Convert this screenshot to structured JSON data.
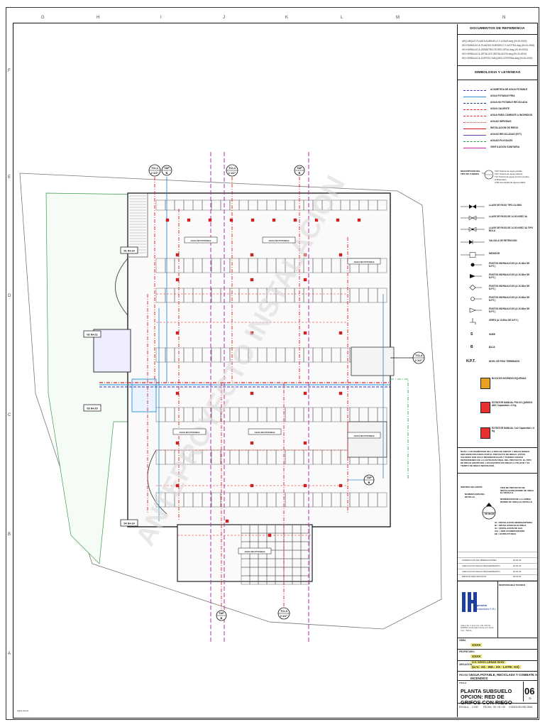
{
  "grid": {
    "columns": [
      "G",
      "H",
      "I",
      "J",
      "K",
      "L",
      "M",
      "N"
    ],
    "rows": [
      "F",
      "E",
      "D",
      "C",
      "B",
      "A"
    ]
  },
  "title_block": {
    "ref_docs_heading": "DOCUMENTOS DE REFERENCIA",
    "ref_docs": [
      "ARQ   ARQUIT-PLANTA SUBSUELO-Y-LOSAS.dwg          (00-00-0000)",
      "HID   HIDRAULICA-PLANTAS-SUBSUELO-Y-AZOTEA.dwg   (00-00-0000)",
      "HID   HIDRAULICA-ISOMETRICOS-RED-GRAL.dwg         (00-00-0000)",
      "HID   HIDRAULICA-DETALLES-INSTALACION.dwg          (00-00-0000)",
      "HID   HIDRAULICA-CORTES-TANQUES-CISTERNA.dwg       (00-00-0000)"
    ],
    "legend_heading": "SIMBOLOGIA Y LEYENDAS",
    "line_legend": [
      {
        "label": "ACOMETIDA DE AGUA POTABLE",
        "color": "#3b2fb8",
        "style": "dashdot"
      },
      {
        "label": "AGUA POTABLE FRIA",
        "color": "#2c8fd8",
        "style": "solid"
      },
      {
        "label": "AGUA NO POTABLE RECICLADA",
        "color": "#1c2c8c",
        "style": "dashed"
      },
      {
        "label": "AGUA CALIENTE",
        "color": "#e02020",
        "style": "dashed"
      },
      {
        "label": "AGUA PARA COMBATE A INCENDIOS",
        "color": "#e02020",
        "style": "dashdot"
      },
      {
        "label": "AGUAS SERVIDAS",
        "color": "#d44040",
        "style": "dotted"
      },
      {
        "label": "INSTALACION DE RIEGO",
        "color": "#d81818",
        "style": "solid"
      },
      {
        "label": "AGUAS RECICLADAS (EYT)",
        "color": "#6a3aa8",
        "style": "solid"
      },
      {
        "label": "AGUAS PLUVIALES",
        "color": "#1f9a3a",
        "style": "dashdot"
      },
      {
        "label": "VENTILACION SANITARIA",
        "color": "#c02aa0",
        "style": "solid"
      }
    ],
    "tag_legend": {
      "title": "DESCRIPCION DEL TIPO DE TUBERIA",
      "items": [
        "TAP   Tuberia de agua potable",
        "TAC   Tuberia de agua caliente",
        "TCI   Tuberia de agua contra incendio",
        "A     Materiales",
        "ACB   Acometida de agua potable"
      ]
    },
    "symbols": [
      "LLAVE DE PASO TIPO GLOBO",
      "LLAVE DE PASO DE 14.00 NUEZ 3A",
      "LLAVE DE PASO DE 14.00 NUEZ 3A TIPO BOLA",
      "VALVULA DE RETENCION",
      "MEDIDOR",
      "PUNTOS HIDRAULICOS (A 10.40m DE N.P.T.)",
      "PUNTOS HIDRAULICOS (A 10.50m DE N.P.T.)",
      "PUNTOS HIDRAULICOS (A 10.50m DE N.P.T.)",
      "PUNTOS HIDRAULICOS (A 10.60m DE N.P.T.)",
      "PUNTOS HIDRAULICOS (A 10.60m DE N.P.T.)",
      "GRIFO (A 10.60m DE N.P.T.)",
      "SUBE",
      "BAJA",
      "NIVEL DE PISO TERMINADO"
    ],
    "symbol_letters": [
      "S",
      "B",
      "N.P.T."
    ],
    "fire_items": [
      {
        "label": "BOCA DE INCENDIO EQUIPADA",
        "color": "#e8a020"
      },
      {
        "label": "EXTINTOR MANUAL POLVO QUIMICO ABC Capacidad = 6 Kg",
        "color": "#e83030"
      },
      {
        "label": "EXTINTOR MANUAL Co2 Capacidad = 6 Kg",
        "color": "#e83030"
      }
    ],
    "note": "NOTA: LOS DIAMETROS DE LA RED DE GRIFOS Y RIEGO DEBEN SER ESPECIFICADOS POR EL PROYECTO DE RIEGO, ESTOS VALORES SON SOLO REFERENCIALES Y PUEDEN VARIAR DEPENDIENDO DE LA LICITACION FINAL DEL PROYECTO. EL TIPO DE RIEGO ADOPTADO, LOS EQUIPOS DE RIEGO A UTILIZAR Y EL TIEMPO DE RIEGO NECESARIO.",
    "detail_labels": [
      "SENTIDO DE CORTE",
      "NUMERACION DEL DETALLE",
      "TIPO DE PROYECTO DE INSTALACION DONDE SE UBICA EL DETALLE",
      "NUMERACION DE LA LAMINA DONDE SE UBICA EL DETALLE",
      "IH  = INSTALACION HIDROSANITARIA",
      "IE  = INSTALACION ELECTRICA",
      "IG  = INSTALACION DE GAS",
      "IAA = AIRE ACONDICIONADO",
      "EE  = ESTRUCTURAS"
    ],
    "detail_tag": "00 IH-0X",
    "revisions": [
      {
        "desc": "CORRECCION DE OBSERVACIONES",
        "date": "00-00-00"
      },
      {
        "desc": "ADECUACION SEGUN REQUERIMIENTO",
        "date": "00-00-00"
      },
      {
        "desc": "ADECUACION SEGUN REQUERIMIENTO",
        "date": "00-00-00"
      },
      {
        "desc": "EMISION PARA REVISION",
        "date": "00-00-00"
      }
    ],
    "responsible": "RESPONSABLE TECNICO",
    "company": {
      "name": "Ingenieria",
      "name2": "Hidrosanitaria S.R.L.",
      "address": "Calle A No. 0 Zona Sur, Ofic. 000 Tel. 0000000 contacto@empresa.com Santa Cruz - Bolivia"
    },
    "fields": {
      "obra_label": "OBRA",
      "obra": "XXXX",
      "propietario_label": "PROPIETARIO",
      "propietario": "XXXX",
      "ubicacion_label": "UBICACION",
      "ubicacion": "U.V. XXXX LLENAS XXXX",
      "ubicacion2": "(U.V.: XX - MZ.: XX - LOTE: XX)",
      "proyecto_label": "PROYECTO",
      "proyecto": "AGUA POTABLE, RECICLADA Y COMBATE A INCENDIOS",
      "titulo_label": "TITULO",
      "titulo_line1": "PLANTA SUBSUELO",
      "titulo_line2": "OPCION: RED DE GRIFOS CON RIEGO",
      "sheet": "06",
      "sheet_of": "33",
      "escala_label": "ESCALA",
      "escala": "1:200",
      "fecha_label": "FECHA",
      "fecha": "00 / 00 / 00",
      "codigo_label": "CODIGO",
      "codigo": "IH-HID-0006"
    }
  },
  "plan": {
    "tags": [
      {
        "code": "TCI-1",
        "sub": "2 1/2\""
      },
      {
        "code": "TAP",
        "sub": "B"
      },
      {
        "code": "TCI-2",
        "sub": "2 1/2\""
      },
      {
        "code": "TAP",
        "sub": "B"
      },
      {
        "code": "TCI-4",
        "sub": "2 1/2\""
      },
      {
        "code": "TAP",
        "sub": "B"
      },
      {
        "code": "TCI-3",
        "sub": "2 1/2\""
      },
      {
        "code": "TAP",
        "sub": "B"
      }
    ],
    "section_tags": [
      "01 IH-14",
      "02 IH-21",
      "03 IH-20",
      "04 IH-14"
    ],
    "room_labels": [
      "AGUA NO POTABLE",
      "AGUA NO POTABLE",
      "AGUA NO POTABLE",
      "AGUA NO POTABLE",
      "AGUA NO POTABLE",
      "AGUA NO POTABLE",
      "AGUA NO POTABLE"
    ],
    "watermark": "ANTEPROYECTO INSTALACION",
    "corner_note": "Agua nueva"
  },
  "colors": {
    "potable": "#2c8fd8",
    "fire": "#e02020",
    "reclaimed": "#1c2c8c",
    "vent": "#c02aa0",
    "green": "#1f9a3a",
    "purple": "#3b2fb8"
  }
}
